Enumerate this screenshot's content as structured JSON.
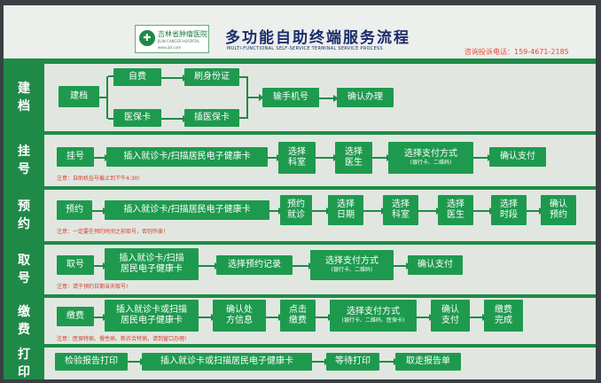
{
  "header": {
    "logo_mark": "✚",
    "logo_name": "吉林省肿瘤医院",
    "logo_en": "JILIN CANCER HOSPITAL",
    "logo_url": "www.jlzl.com",
    "title": "多功能自助终端服务流程",
    "subtitle": "MULTI-FUNCTIONAL SELF-SERVICE TERMINAL SERVICE PROCESS",
    "hotline": "咨询投诉电话：159-4671-2185"
  },
  "rows": {
    "jiandang": {
      "label": "建\n档",
      "steps": [
        "建档",
        "自费",
        "刷身份证",
        "医保卡",
        "插医保卡",
        "输手机号",
        "确认办理"
      ]
    },
    "guahao": {
      "label": "挂\n号",
      "steps": [
        "挂号",
        "插入就诊卡/扫描居民电子健康卡",
        "选择\n科室",
        "选择\n医生",
        "选择支付方式",
        "确认支付"
      ],
      "pay_sub": "(银行卡、二维码)",
      "note": "注意：自助机挂号截止到下午4:30!"
    },
    "yuyue": {
      "label": "预\n约",
      "steps": [
        "预约",
        "插入就诊卡/扫描居民电子健康卡",
        "预约\n就诊",
        "选择\n日期",
        "选择\n科室",
        "选择\n医生",
        "选择\n时段",
        "确认\n预约"
      ],
      "note": "注意：一定要在预约时间之前取号，否则作废！"
    },
    "quhao": {
      "label": "取\n号",
      "steps": [
        "取号",
        "插入就诊卡/扫描\n居民电子健康卡",
        "选择预约记录",
        "选择支付方式",
        "确认支付"
      ],
      "pay_sub": "(银行卡、二维码)",
      "note": "注意：请于预约日期当天取号!"
    },
    "jiaofei": {
      "label": "缴\n费",
      "steps": [
        "缴费",
        "插入就诊卡或扫描\n居民电子健康卡",
        "确认处\n方信息",
        "点击\n缴费",
        "选择支付方式",
        "确认\n支付",
        "缴费\n完成"
      ],
      "pay_sub": "(银行卡、二维码、医保卡)",
      "note": "注意：医保特病、慢性病、新农合特病，请到窗口办理!"
    },
    "dayin": {
      "label": "打\n印",
      "steps": [
        "检验报告打印",
        "插入就诊卡或扫描居民电子健康卡",
        "等待打印",
        "取走报告单"
      ]
    }
  }
}
